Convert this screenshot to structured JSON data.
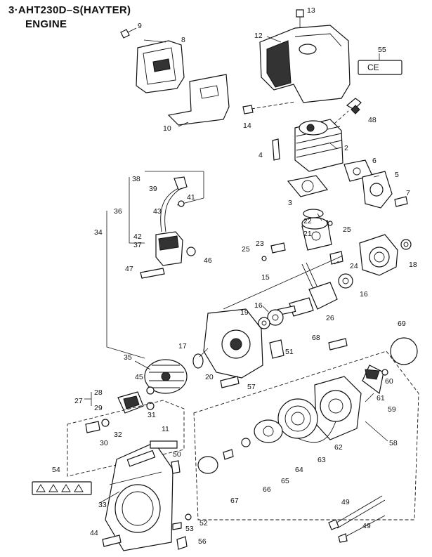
{
  "header": {
    "title": "3·AHT230D–S(HAYTER)",
    "subtitle": "ENGINE"
  },
  "ce_label": "CE",
  "callouts": [
    {
      "id": "13"
    },
    {
      "id": "9"
    },
    {
      "id": "8"
    },
    {
      "id": "12"
    },
    {
      "id": "55"
    },
    {
      "id": "10"
    },
    {
      "id": "14"
    },
    {
      "id": "48"
    },
    {
      "id": "4"
    },
    {
      "id": "2"
    },
    {
      "id": "6"
    },
    {
      "id": "5"
    },
    {
      "id": "7"
    },
    {
      "id": "3"
    },
    {
      "id": "38"
    },
    {
      "id": "39"
    },
    {
      "id": "41"
    },
    {
      "id": "36"
    },
    {
      "id": "43"
    },
    {
      "id": "34"
    },
    {
      "id": "42"
    },
    {
      "id": "37"
    },
    {
      "id": "46"
    },
    {
      "id": "47"
    },
    {
      "id": "22"
    },
    {
      "id": "21"
    },
    {
      "id": "25a",
      "text": "25"
    },
    {
      "id": "23"
    },
    {
      "id": "25b",
      "text": "25"
    },
    {
      "id": "24"
    },
    {
      "id": "18"
    },
    {
      "id": "15"
    },
    {
      "id": "16a",
      "text": "16"
    },
    {
      "id": "16b",
      "text": "16"
    },
    {
      "id": "19"
    },
    {
      "id": "26"
    },
    {
      "id": "69"
    },
    {
      "id": "68"
    },
    {
      "id": "51"
    },
    {
      "id": "17"
    },
    {
      "id": "35"
    },
    {
      "id": "45"
    },
    {
      "id": "20"
    },
    {
      "id": "57"
    },
    {
      "id": "60"
    },
    {
      "id": "61"
    },
    {
      "id": "59"
    },
    {
      "id": "28"
    },
    {
      "id": "27"
    },
    {
      "id": "29"
    },
    {
      "id": "31"
    },
    {
      "id": "32"
    },
    {
      "id": "30"
    },
    {
      "id": "11"
    },
    {
      "id": "50"
    },
    {
      "id": "62"
    },
    {
      "id": "58"
    },
    {
      "id": "63"
    },
    {
      "id": "64"
    },
    {
      "id": "54"
    },
    {
      "id": "65"
    },
    {
      "id": "66"
    },
    {
      "id": "67"
    },
    {
      "id": "33"
    },
    {
      "id": "52"
    },
    {
      "id": "53"
    },
    {
      "id": "44"
    },
    {
      "id": "56"
    },
    {
      "id": "49a",
      "text": "49"
    },
    {
      "id": "49b",
      "text": "49"
    }
  ]
}
